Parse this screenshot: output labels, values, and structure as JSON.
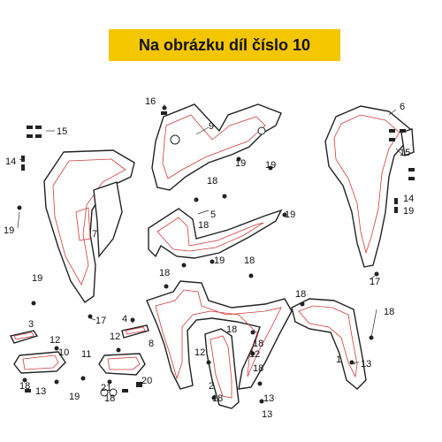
{
  "header": {
    "title": "Na obrázku díl číslo 10"
  },
  "labels": [
    {
      "id": "l16",
      "text": "16"
    },
    {
      "id": "l9",
      "text": "9"
    },
    {
      "id": "l6",
      "text": "6"
    },
    {
      "id": "l15a",
      "text": "15"
    },
    {
      "id": "l14a",
      "text": "14"
    },
    {
      "id": "l19a",
      "text": "19"
    },
    {
      "id": "l7",
      "text": "7"
    },
    {
      "id": "l19b",
      "text": "19"
    },
    {
      "id": "l19c",
      "text": "19"
    },
    {
      "id": "l19d",
      "text": "19"
    },
    {
      "id": "l18a",
      "text": "18"
    },
    {
      "id": "l5",
      "text": "5"
    },
    {
      "id": "l18b",
      "text": "18"
    },
    {
      "id": "l19e",
      "text": "19"
    },
    {
      "id": "l19f",
      "text": "19"
    },
    {
      "id": "l15b",
      "text": "15"
    },
    {
      "id": "l14b",
      "text": "14"
    },
    {
      "id": "l19g",
      "text": "19"
    },
    {
      "id": "l18c",
      "text": "18"
    },
    {
      "id": "l18d",
      "text": "18"
    },
    {
      "id": "l17a",
      "text": "17"
    },
    {
      "id": "l18e",
      "text": "18"
    },
    {
      "id": "l18f",
      "text": "18"
    },
    {
      "id": "l3",
      "text": "3"
    },
    {
      "id": "l4",
      "text": "4"
    },
    {
      "id": "l17b",
      "text": "17"
    },
    {
      "id": "l8",
      "text": "8"
    },
    {
      "id": "l12a",
      "text": "12"
    },
    {
      "id": "l10",
      "text": "10"
    },
    {
      "id": "l12b",
      "text": "12"
    },
    {
      "id": "l11",
      "text": "11"
    },
    {
      "id": "l18g",
      "text": "18"
    },
    {
      "id": "l18h",
      "text": "18"
    },
    {
      "id": "l12c",
      "text": "12"
    },
    {
      "id": "l12d",
      "text": "12"
    },
    {
      "id": "l18i",
      "text": "18"
    },
    {
      "id": "l1",
      "text": "1"
    },
    {
      "id": "l13a",
      "text": "13"
    },
    {
      "id": "l18j",
      "text": "18"
    },
    {
      "id": "l13b",
      "text": "13"
    },
    {
      "id": "l19h",
      "text": "19"
    },
    {
      "id": "l21",
      "text": "21"
    },
    {
      "id": "l20",
      "text": "20"
    },
    {
      "id": "l18k",
      "text": "18"
    },
    {
      "id": "l2",
      "text": "2"
    },
    {
      "id": "l13c",
      "text": "13"
    },
    {
      "id": "l18l",
      "text": "18"
    },
    {
      "id": "l13d",
      "text": "13"
    }
  ]
}
